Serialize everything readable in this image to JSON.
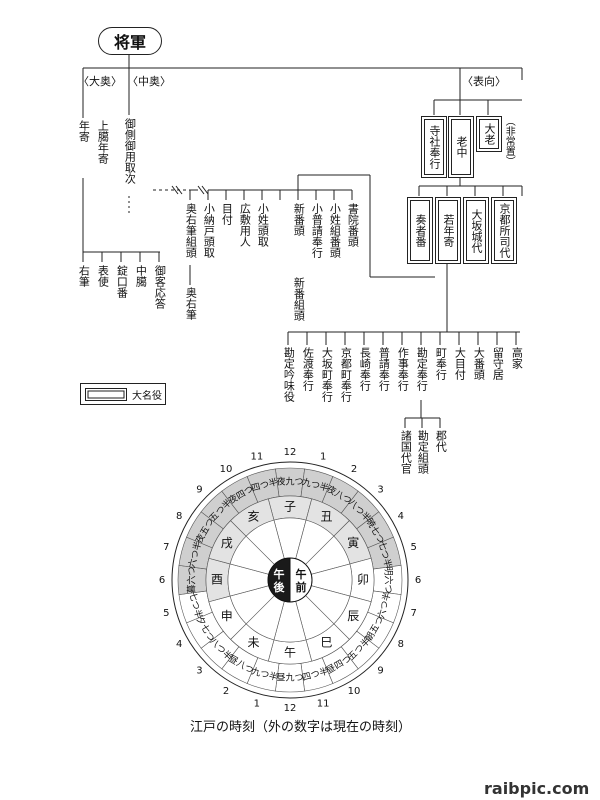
{
  "org": {
    "top": "将軍",
    "branches": {
      "ooku": "〈大奥〉",
      "chuoku": "〈中奥〉",
      "omote": "〈表向〉"
    },
    "ooku_top": "年寄",
    "ooku_second": "上臈年寄",
    "ooku_bottom": [
      "右筆",
      "表使",
      "錠口番",
      "中臈",
      "御客応答"
    ],
    "chuoku_main": "御側御用取次",
    "chuoku_items": [
      "奥右筆組頭",
      "小納戸頭取",
      "目付",
      "広敷用人",
      "小姓頭取",
      "新番頭",
      "小普請奉行",
      "小姓組番頭",
      "書院番頭"
    ],
    "chuoku_sub": [
      "奥右筆",
      "新番組頭"
    ],
    "omote_top": [
      "寺社奉行",
      "老中",
      "大老"
    ],
    "hijoochi": "（非常置）",
    "omote_second": [
      "奏者番",
      "若年寄",
      "大坂城代",
      "京都所司代"
    ],
    "bottom_row": [
      "勘定吟味役",
      "佐渡奉行",
      "大坂町奉行",
      "京都町奉行",
      "長崎奉行",
      "普請奉行",
      "作事奉行",
      "勘定奉行",
      "町奉行",
      "大目付",
      "大番頭",
      "留守居",
      "高家"
    ],
    "kanjo_sub": [
      "諸国代官",
      "勘定組頭",
      "郡代"
    ],
    "legend": "大名役"
  },
  "clock": {
    "caption": "江戸の時刻（外の数字は現在の時刻）",
    "center_left": "午後",
    "center_right": "午前",
    "zodiac": [
      "子",
      "丑",
      "寅",
      "卯",
      "辰",
      "巳",
      "午",
      "未",
      "申",
      "酉",
      "戌",
      "亥"
    ],
    "hour_names": [
      "夜九つ",
      "九つ半",
      "夜八つ",
      "八つ半",
      "暁七つ",
      "七つ半",
      "明六つ",
      "六つ半",
      "朝五つ",
      "五つ半",
      "昼四つ",
      "四つ半",
      "昼九つ",
      "九つ半",
      "昼八つ",
      "八つ半",
      "夕七つ",
      "七つ半",
      "暮六つ",
      "六つ半",
      "夜五つ",
      "五つ半",
      "夜四つ",
      "四つ半"
    ],
    "outer_numbers": [
      "12",
      "1",
      "2",
      "3",
      "4",
      "5",
      "6",
      "7",
      "8",
      "9",
      "10",
      "11",
      "12",
      "1",
      "2",
      "3",
      "4",
      "5",
      "6",
      "7",
      "8",
      "9",
      "10",
      "11"
    ]
  },
  "watermark": "raibpic.com"
}
